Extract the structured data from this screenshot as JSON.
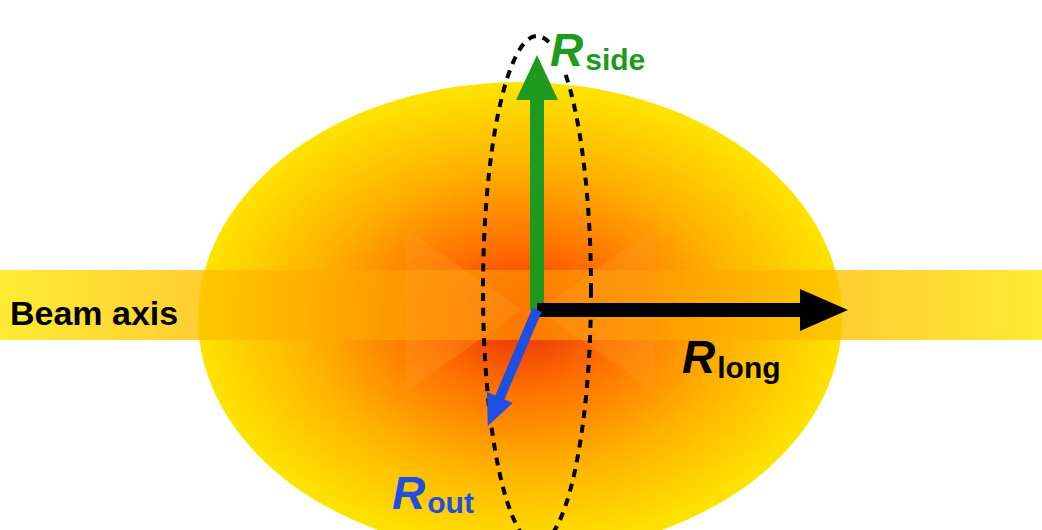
{
  "diagram": {
    "labels": [
      "Beam axis",
      "R",
      "side",
      "R",
      "long",
      "R",
      "out"
    ]
  }
}
